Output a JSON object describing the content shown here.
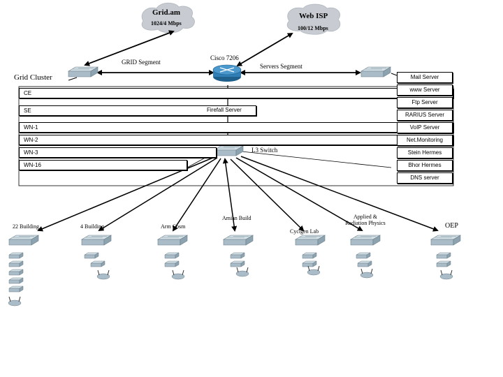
{
  "clouds": {
    "grid_am": "Grid.am",
    "grid_am_speed": "1024/4 Mbps",
    "web_isp": "Web ISP",
    "web_isp_speed": "100/12 Mbps"
  },
  "core": {
    "router_label": "Cisco 7206",
    "grid_segment": "GRID Segment",
    "servers_segment": "Servers Segment",
    "firewall": "Firefall Server",
    "l3_switch": "L3 Switch"
  },
  "grid_cluster": {
    "title": "Grid Cluster",
    "nodes": [
      "CE",
      "SE",
      "WN-1",
      "WN-2",
      "WN-3",
      "WN-16"
    ]
  },
  "servers": [
    "Mail Server",
    "www Server",
    "Ftp Server",
    "RARIUS Server",
    "VoIP Server",
    "Net.Monitoring",
    "Stein Hermes",
    "Bhor Hermes",
    "DNS server"
  ],
  "buildings": [
    "22 Building",
    "4 Building",
    "Arm Cosm",
    "Amian Build",
    "Cyclgen Lab",
    "Applied & Radiation Physics",
    "OEP"
  ],
  "colors": {
    "device_body": "#9fb3bf",
    "device_top": "#c9d7df",
    "router": "#2f7fb6",
    "cloud": "#c8ccd2"
  }
}
